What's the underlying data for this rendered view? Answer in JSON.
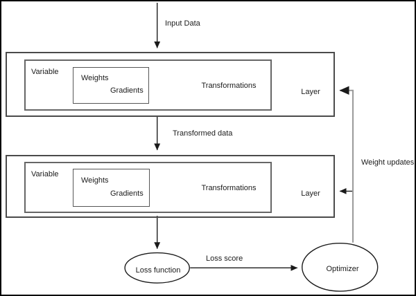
{
  "colors": {
    "background": "#ffffff",
    "border": "#000000",
    "line": "#1a1a1a",
    "feedback_line": "#999999",
    "box_border": "#4a4a4a"
  },
  "flow_labels": {
    "input_data": "Input Data",
    "transformed_data": "Transformed data",
    "loss_score": "Loss score",
    "weight_updates": "Weight updates"
  },
  "layers": [
    {
      "variable": "Variable",
      "weights": "Weights",
      "gradients": "Gradients",
      "transformations": "Transformations",
      "layer": "Layer"
    },
    {
      "variable": "Variable",
      "weights": "Weights",
      "gradients": "Gradients",
      "transformations": "Transformations",
      "layer": "Layer"
    }
  ],
  "nodes": {
    "loss_function": "Loss function",
    "optimizer": "Optimizer"
  }
}
